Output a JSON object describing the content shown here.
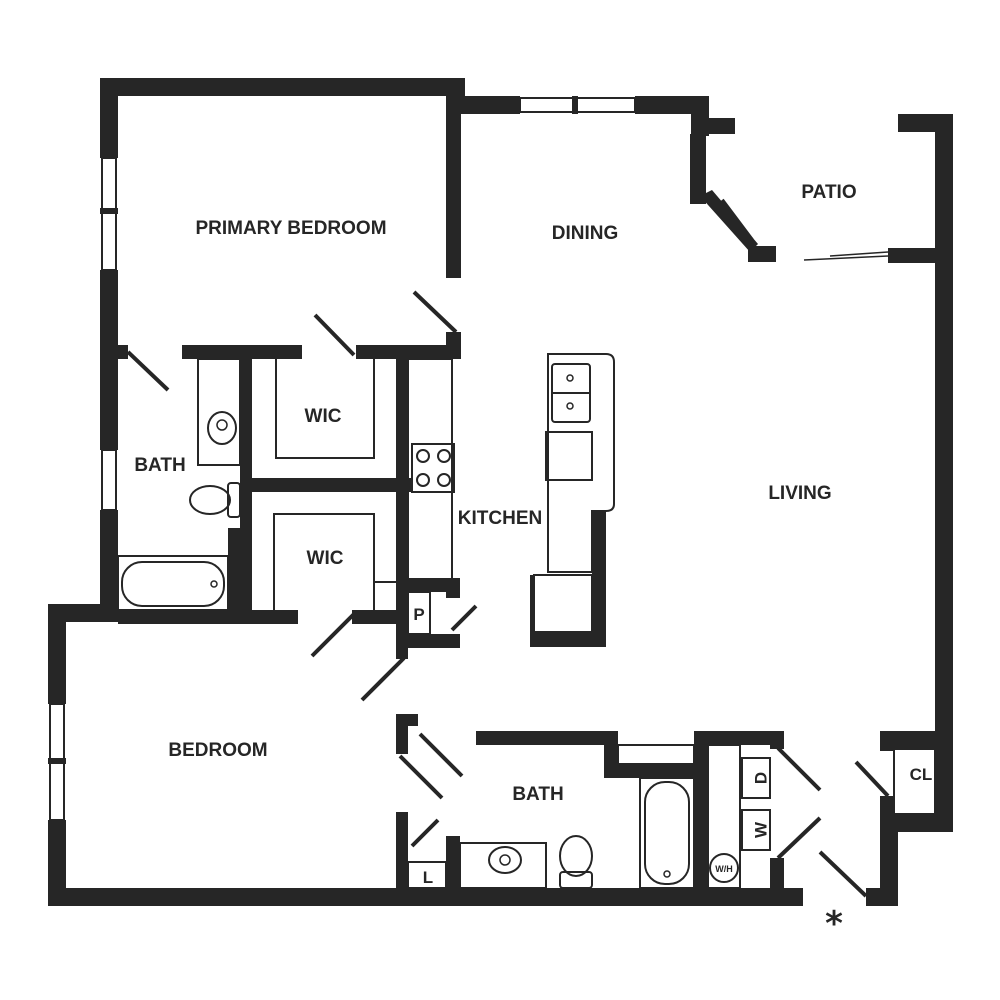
{
  "rooms": {
    "primary_bedroom": "PRIMARY BEDROOM",
    "dining": "DINING",
    "patio": "PATIO",
    "wic_1": "WIC",
    "wic_2": "WIC",
    "bath_1": "BATH",
    "kitchen": "KITCHEN",
    "living": "LIVING",
    "bedroom": "BEDROOM",
    "bath_2": "BATH"
  },
  "fixtures": {
    "pantry": "P",
    "linen": "L",
    "closet": "CL",
    "dryer": "D",
    "washer": "W",
    "water_heater": "W/H",
    "entry_marker": "*"
  },
  "colors": {
    "wall": "#262626",
    "background": "#ffffff"
  }
}
